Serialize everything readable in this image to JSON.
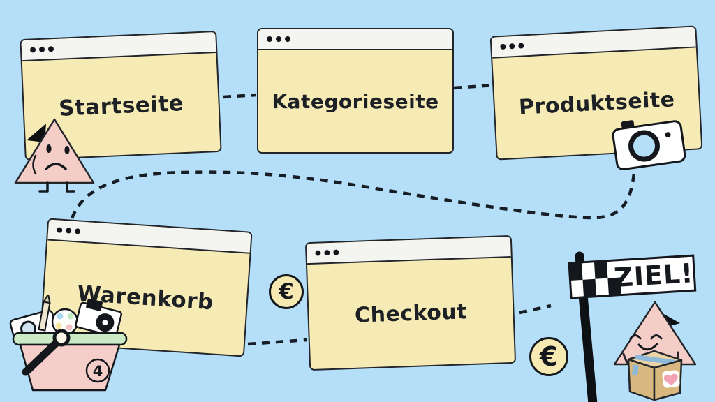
{
  "flow": {
    "steps": [
      {
        "id": "startseite",
        "label": "Startseite"
      },
      {
        "id": "kategorieseite",
        "label": "Kategorieseite"
      },
      {
        "id": "produktseite",
        "label": "Produktseite"
      },
      {
        "id": "warenkorb",
        "label": "Warenkorb"
      },
      {
        "id": "checkout",
        "label": "Checkout"
      }
    ],
    "goal_label": "ZIEL!"
  },
  "basket": {
    "count": "4"
  },
  "coins": {
    "symbol": "€"
  },
  "colors": {
    "background": "#B5DFF8",
    "window_fill": "#F6EBB5",
    "titlebar": "#F4F4F1",
    "outline": "#22262b",
    "character_pink": "#F4CDC6",
    "basket_rim_green": "#CBEAC6",
    "box_tan": "#D9B87F",
    "heart_pink": "#F2A3B3"
  },
  "decorations": [
    "sad-triangle-character",
    "camera-icon",
    "shopping-basket",
    "euro-coin",
    "finish-flag",
    "happy-triangle-character-with-package"
  ]
}
